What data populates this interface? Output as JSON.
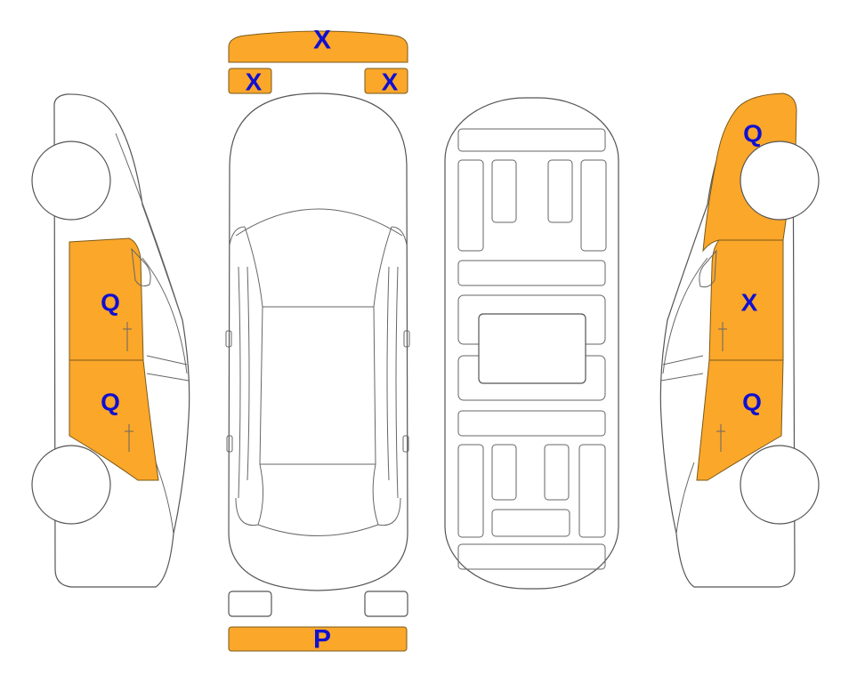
{
  "colors": {
    "damage_fill": "#FBA72A",
    "label_text": "#1010D0",
    "outline": "#555555",
    "background": "#FFFFFF"
  },
  "labels": {
    "front_bumper": "X",
    "front_left_light": "X",
    "front_right_light": "X",
    "rear_bumper": "P",
    "left_front_door": "Q",
    "left_rear_door": "Q",
    "right_front_fender": "Q",
    "right_front_door": "X",
    "right_rear_door": "Q"
  }
}
